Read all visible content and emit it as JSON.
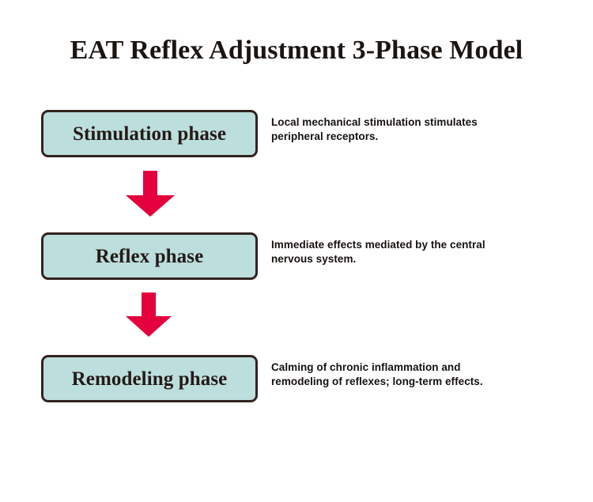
{
  "title": "EAT Reflex Adjustment 3-Phase Model",
  "colors": {
    "background": "#ffffff",
    "box_fill": "#bcdedc",
    "box_border": "#31231f",
    "box_text": "#241a17",
    "title_text": "#1b1512",
    "description_text": "#161210",
    "arrow": "#e3003c"
  },
  "phases": [
    {
      "label": "Stimulation phase",
      "description_lines": [
        "Local mechanical stimulation stimulates",
        "peripheral receptors."
      ]
    },
    {
      "label": "Reflex phase",
      "description_lines": [
        "Immediate effects mediated by the central",
        "nervous system."
      ]
    },
    {
      "label": "Remodeling phase",
      "description_lines": [
        "Calming of chronic inflammation and",
        "remodeling of reflexes; long-term effects."
      ]
    }
  ],
  "connectors": [
    {
      "icon": "down-arrow-icon"
    },
    {
      "icon": "down-arrow-icon"
    }
  ]
}
